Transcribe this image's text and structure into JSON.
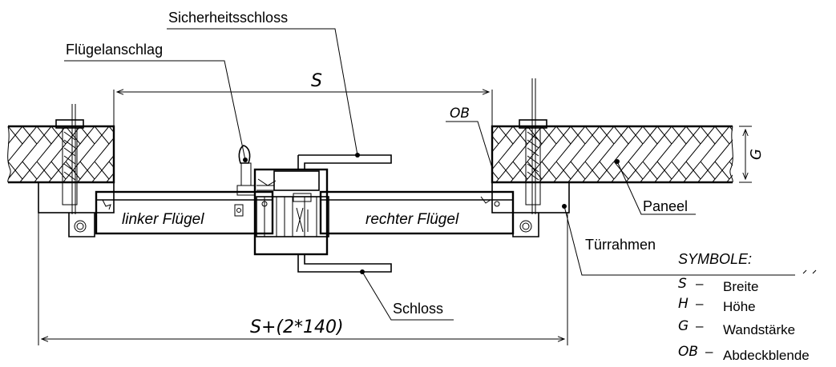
{
  "labels": {
    "sicherheitsschloss": "Sicherheitsschloss",
    "fluegelanschlag": "Flügelanschlag",
    "linker_fluegel": "linker Flügel",
    "rechter_fluegel": "rechter Flügel",
    "paneel": "Paneel",
    "tuerrahmen": "Türrahmen",
    "schloss": "Schloss"
  },
  "dimensions": {
    "s": "S",
    "ob": "OB",
    "g": "G",
    "total": "S+(2*140)"
  },
  "legend": {
    "title": "SYMBOLE:",
    "items": [
      {
        "symbol": "S",
        "dash": "–",
        "text": "Breite"
      },
      {
        "symbol": "H",
        "dash": "–",
        "text": "Höhe"
      },
      {
        "symbol": "G",
        "dash": "–",
        "text": "Wandstärke"
      },
      {
        "symbol": "OB",
        "dash": "–",
        "text": "Abdeckblende"
      }
    ]
  }
}
